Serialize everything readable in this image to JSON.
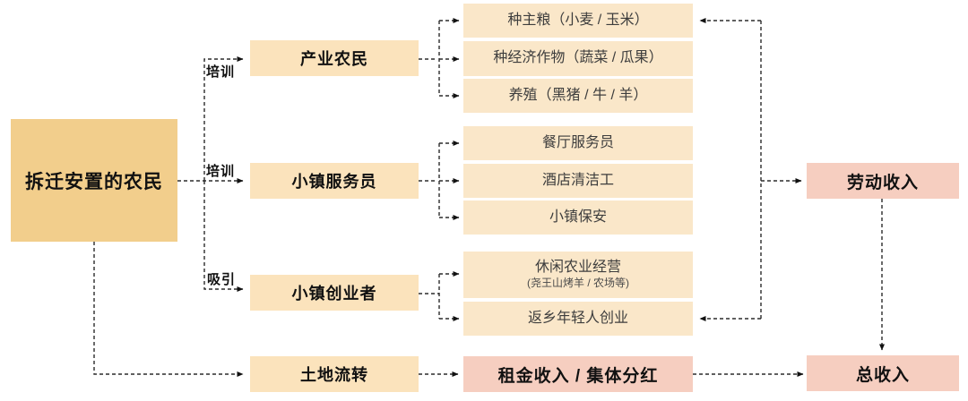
{
  "diagram": {
    "source": {
      "label": "拆迁安置的农民"
    },
    "edge_labels": {
      "train_industry": "培训",
      "train_service": "培训",
      "attract": "吸引"
    },
    "categories": {
      "industry_farmer": "产业农民",
      "town_service": "小镇服务员",
      "town_entrepreneur": "小镇创业者",
      "land_transfer": "土地流转"
    },
    "industry_jobs": [
      "种主粮（小麦 / 玉米）",
      "种经济作物（蔬菜 / 瓜果）",
      "养殖（黑猪 / 牛 / 羊）"
    ],
    "service_jobs": [
      "餐厅服务员",
      "酒店清洁工",
      "小镇保安"
    ],
    "entrepreneur_jobs": [
      {
        "label": "休闲农业经营",
        "sub": "(尧王山烤羊 / 农场等)"
      },
      {
        "label": "返乡年轻人创业",
        "sub": ""
      }
    ],
    "outcomes": {
      "labor_income": "劳动收入",
      "rent_income": "租金收入 / 集体分红",
      "total_income": "总收入"
    },
    "colors": {
      "source_bg": "#F2CE8C",
      "category_bg": "#FBE3BC",
      "job_bg": "#FAE7C9",
      "income_bg": "#F6CEC0",
      "wire": "#2b2b2b"
    }
  }
}
